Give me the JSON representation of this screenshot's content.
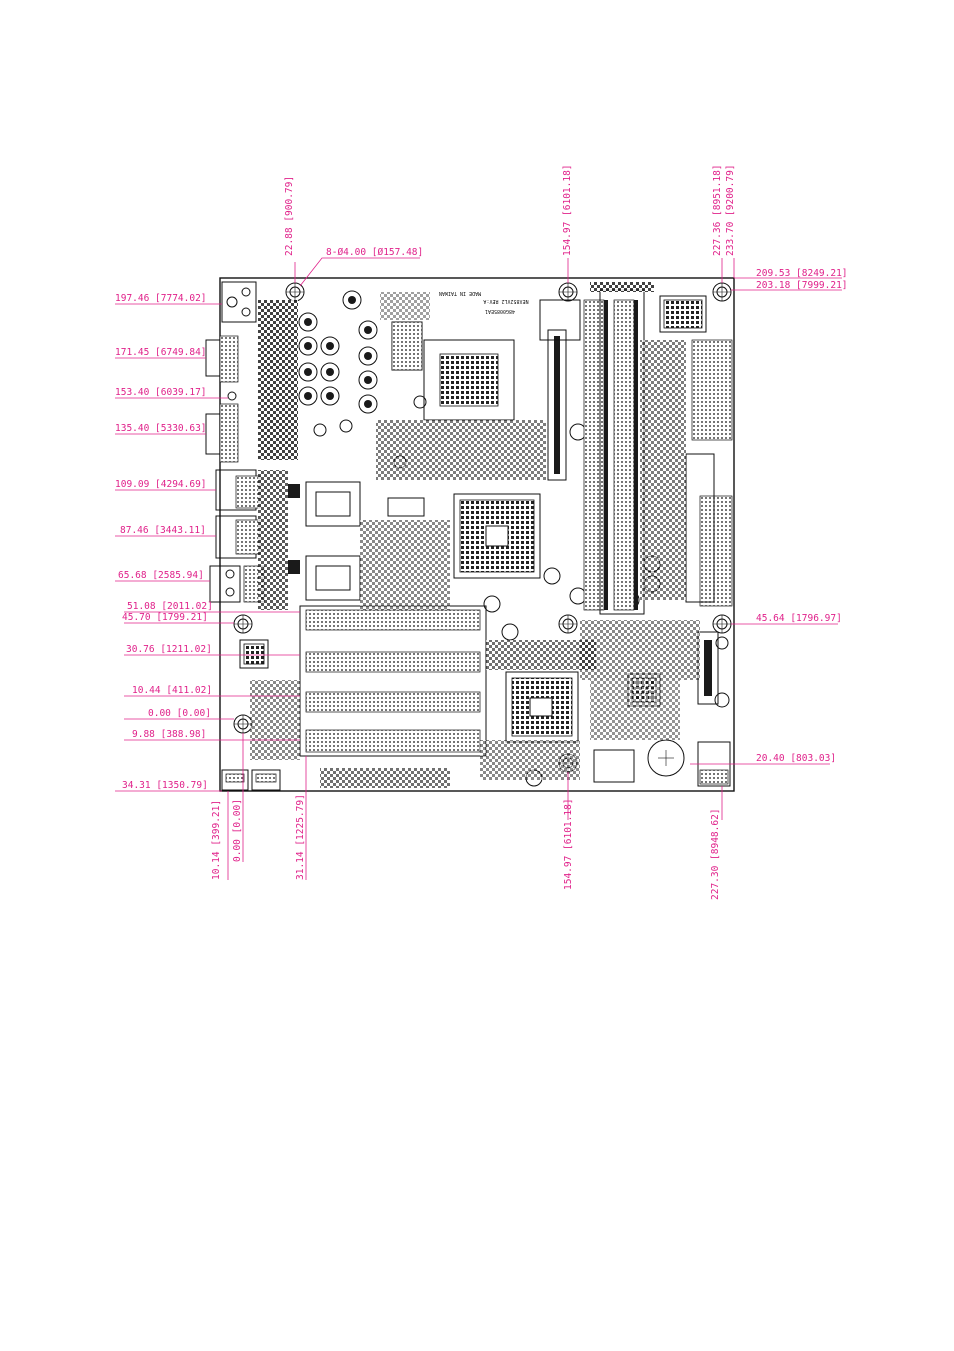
{
  "board": {
    "model_text": "NEX852VL2 REV:A",
    "part_number_text": "48G0085EA1",
    "origin_text": "MADE IN TAIWAN"
  },
  "hole_callout": "8-Ø4.00 [Ø157.48]",
  "dimensions": {
    "top": [
      "22.88 [900.79]",
      "154.97 [6101.18]",
      "227.36 [8951.18]",
      "233.70 [9200.79]"
    ],
    "top_right": [
      "209.53 [8249.21]",
      "203.18 [7999.21]"
    ],
    "left": [
      "197.46 [7774.02]",
      "171.45 [6749.84]",
      "153.40 [6039.17]",
      "135.40 [5330.63]",
      "109.09 [4294.69]",
      "87.46 [3443.11]",
      "65.68 [2585.94]",
      "51.08 [2011.02]",
      "45.70 [1799.21]",
      "30.76 [1211.02]",
      "10.44 [411.02]",
      "0.00 [0.00]",
      "9.88 [388.98]",
      "34.31 [1350.79]"
    ],
    "right": [
      "45.64 [1796.97]",
      "20.40 [803.03]"
    ],
    "bottom": [
      "10.14 [399.21]",
      "0.00 [0.00]",
      "31.14 [1225.79]",
      "154.97 [6101.18]",
      "227.30 [8948.62]"
    ]
  }
}
